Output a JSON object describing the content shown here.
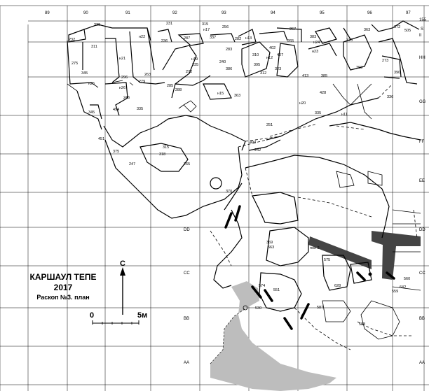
{
  "title": {
    "line1": "КАРШАУЛ ТЕПЕ",
    "line2": "2017",
    "line3": "Раскоп №3. план"
  },
  "north_label": "С",
  "scale": {
    "zero": "0",
    "end": "5м"
  },
  "grid": {
    "columns": [
      "89",
      "90",
      "91",
      "92",
      "93",
      "94",
      "95",
      "96",
      "97"
    ],
    "rows": [
      "II",
      "HH",
      "GG",
      "FF",
      "EE",
      "DD",
      "CC",
      "BB",
      "AA"
    ],
    "corner_labels": [
      "155",
      "S"
    ]
  },
  "features": [
    "238",
    "231",
    "315",
    "256",
    "267",
    "383",
    "363",
    "372",
    "232",
    "н22",
    "236",
    "287",
    "337",
    "282",
    "н13",
    "265",
    "н24",
    "370",
    "505",
    "311",
    "н21",
    "н17",
    "283",
    "402",
    "407",
    "н23",
    "275",
    "н19",
    "235",
    "240",
    "310",
    "н12",
    "273",
    "345",
    "296",
    "263",
    "272",
    "395",
    "323",
    "393",
    "390",
    "н25",
    "279",
    "285",
    "386",
    "н15",
    "312",
    "413",
    "385",
    "н26",
    "288",
    "363",
    "428",
    "246",
    "н20",
    "494",
    "335",
    "336",
    "335",
    "н11",
    "345",
    "251",
    "494",
    "451",
    "242",
    "375",
    "315",
    "318",
    "247",
    "265",
    "370",
    "369",
    "563",
    "пол 2",
    "575",
    "628",
    "642",
    "574",
    "551",
    "530",
    "587",
    "583",
    "560",
    "559",
    "585",
    "669"
  ]
}
